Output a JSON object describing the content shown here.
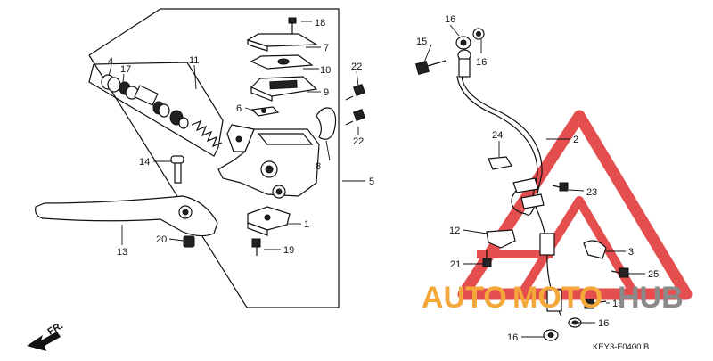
{
  "callouts": {
    "c1": "1",
    "c2": "2",
    "c3": "3",
    "c4": "4",
    "c5": "5",
    "c6": "6",
    "c7": "7",
    "c8": "8",
    "c9": "9",
    "c10": "10",
    "c11": "11",
    "c13": "13",
    "c14": "14",
    "c15a": "15",
    "c15b": "15",
    "c16a": "16",
    "c16b": "16",
    "c16c": "16",
    "c16d": "16",
    "c17": "17",
    "c18": "18",
    "c19": "19",
    "c20": "20",
    "c21": "21",
    "c22a": "22",
    "c22b": "22",
    "c23": "23",
    "c24": "24",
    "c25": "25",
    "c12": "12"
  },
  "direction_label": "FR.",
  "diagram_code": "KEY3-F0400 B",
  "watermark": {
    "part1": "AUTO",
    "part2": "MOTO",
    "part3": "HUB",
    "color_orange": "#f4a83a",
    "color_gray": "#8a8a8a",
    "color_red": "#e03030"
  }
}
